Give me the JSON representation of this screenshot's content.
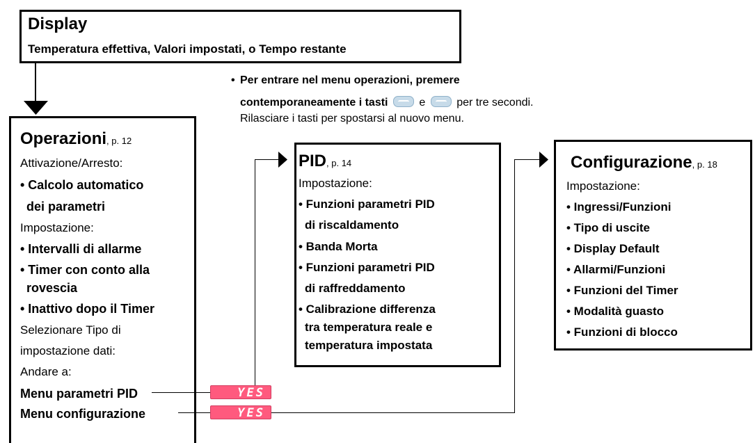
{
  "display_box": {
    "title": "Display",
    "subtitle": "Temperatura effettiva, Valori impostati, o Tempo restante"
  },
  "instructions": {
    "bullet": "•",
    "line1": "Per entrare nel menu operazioni, premere",
    "line2_bold": "contemporaneamente i tasti",
    "line2_mid": "e",
    "line2_end": "per tre secondi.",
    "line3": "Rilasciare i tasti per spostarsi al nuovo menu.",
    "key_icons": [
      "up-key-icon",
      "down-key-icon"
    ]
  },
  "operazioni_box": {
    "title": "Operazioni",
    "page": ", p. 12",
    "h1": "Attivazione/Arresto:",
    "b1a": "• Calcolo automatico",
    "b1b": "dei parametri",
    "h2": "Impostazione:",
    "b2": "• Intervalli di allarme",
    "b3a": "• Timer con conto alla",
    "b3b": "rovescia",
    "b4": "• Inattivo dopo il Timer",
    "h3a": "Selezionare Tipo di",
    "h3b": "impostazione dati:",
    "h4": "Andare a:",
    "goto1": "Menu parametri PID",
    "goto2": "Menu  configurazione"
  },
  "lcd_displays": {
    "yes1": "YES",
    "yes2": "YES"
  },
  "pid_box": {
    "title": "PID",
    "page": ", p. 14",
    "h1": "Impostazione:",
    "items": [
      "• Funzioni parametri PID",
      "di riscaldamento",
      "• Banda Morta",
      "• Funzioni parametri PID",
      "di raffreddamento",
      "• Calibrazione differenza",
      "tra temperatura reale e",
      "temperatura impostata"
    ]
  },
  "config_box": {
    "title": "Configurazione",
    "page": ", p. 18",
    "h1": "Impostazione:",
    "items": [
      "• Ingressi/Funzioni",
      "• Tipo di uscite",
      "• Display Default",
      "• Allarmi/Funzioni",
      "• Funzioni del Timer",
      "• Modalità guasto",
      "• Funzioni di blocco"
    ]
  },
  "colors": {
    "lcd": "#ff5a7e",
    "keycap": "#c7dbe9",
    "line": "#000000"
  }
}
